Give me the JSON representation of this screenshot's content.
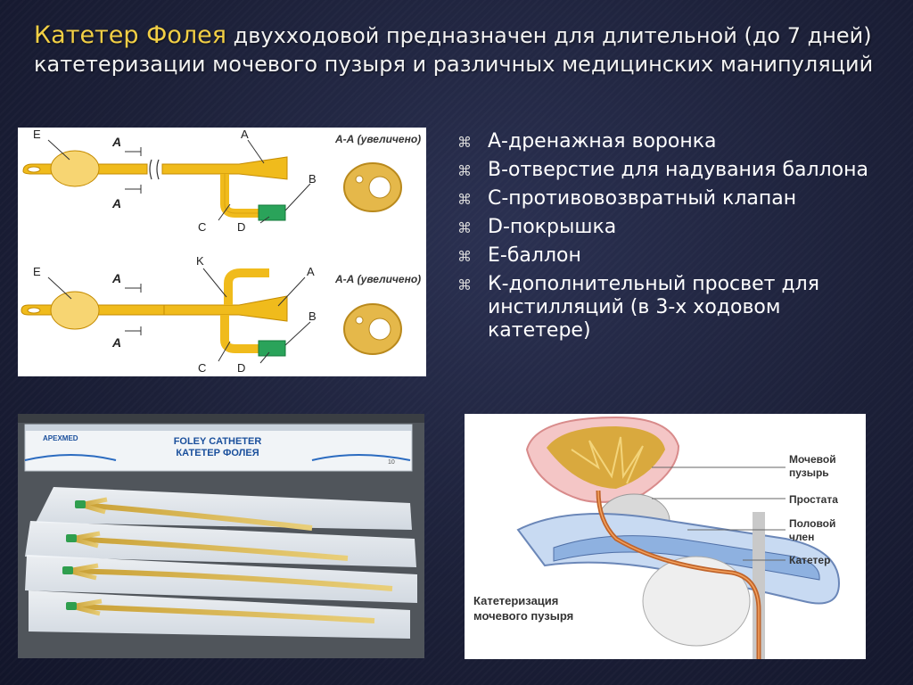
{
  "title": {
    "accent": "Катетер Фолея",
    "rest": " двухходовой предназначен для длительной (до 7 дней) катетеризации мочевого пузыря и различных медицинских манипуляций"
  },
  "diagram": {
    "top": {
      "label_e": "E",
      "label_a_arrow_top": "A",
      "label_a_arrow_bottom": "A",
      "label_a": "A",
      "label_b": "B",
      "label_c": "C",
      "label_d": "D",
      "section": "А-А (увеличено)"
    },
    "bottom": {
      "label_e": "E",
      "label_a_arrow_top": "A",
      "label_a_arrow_bottom": "A",
      "label_k": "K",
      "label_a": "A",
      "label_b": "B",
      "label_c": "C",
      "label_d": "D",
      "section": "А-А (увеличено)"
    }
  },
  "legend": {
    "bullet_icon": "⌘",
    "items": [
      "А-дренажная воронка",
      "В-отверстие для надувания баллона",
      "С-противовозвратный клапан",
      "D-покрышка",
      "Е-баллон",
      "К-дополнительный просвет для инстилляций (в 3-х ходовом катетере)"
    ]
  },
  "photo": {
    "brand": "APEXMED",
    "product_en": "FOLEY CATHETER",
    "product_ru": "КАТЕТЕР ФОЛЕЯ",
    "count": "10"
  },
  "anatomy": {
    "label_bladder_1": "Мочевой",
    "label_bladder_2": "пузырь",
    "label_prostate": "Простата",
    "label_penis_1": "Половой",
    "label_penis_2": "член",
    "label_catheter": "Катетер",
    "caption_1": "Катетеризация",
    "caption_2": "мочевого пузыря"
  }
}
